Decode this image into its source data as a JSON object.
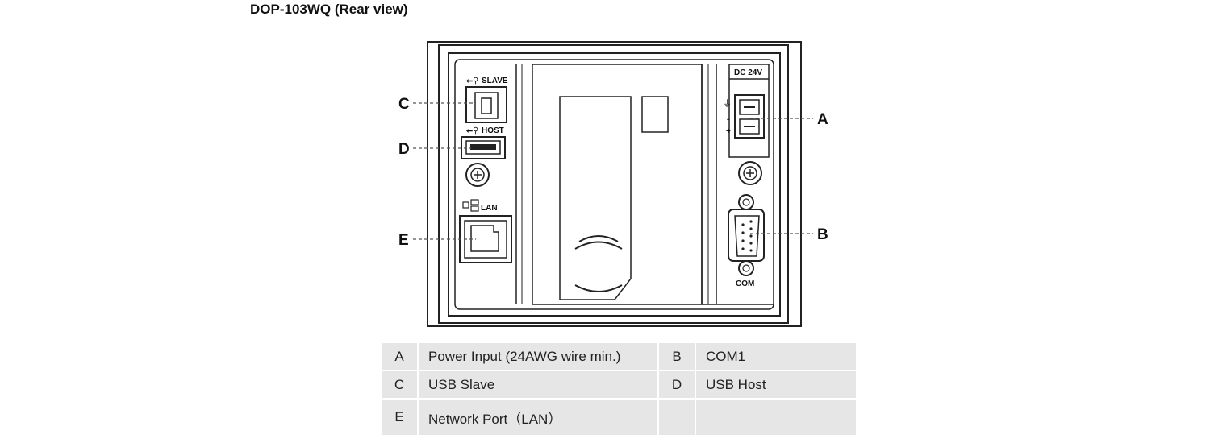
{
  "title": "DOP-103WQ (Rear view)",
  "callouts": {
    "A": "A",
    "B": "B",
    "C": "C",
    "D": "D",
    "E": "E"
  },
  "panel_labels": {
    "slave": "SLAVE",
    "host": "HOST",
    "lan": "LAN",
    "dc": "DC 24V",
    "com": "COM",
    "plus": "+",
    "minus": "-"
  },
  "legend": [
    {
      "key1": "A",
      "val1": "Power Input (24AWG wire min.)",
      "key2": "B",
      "val2": "COM1"
    },
    {
      "key1": "C",
      "val1": "USB Slave",
      "key2": "D",
      "val2": "USB Host"
    },
    {
      "key1": "E",
      "val1": "Network Port（LAN）",
      "key2": "",
      "val2": ""
    }
  ]
}
